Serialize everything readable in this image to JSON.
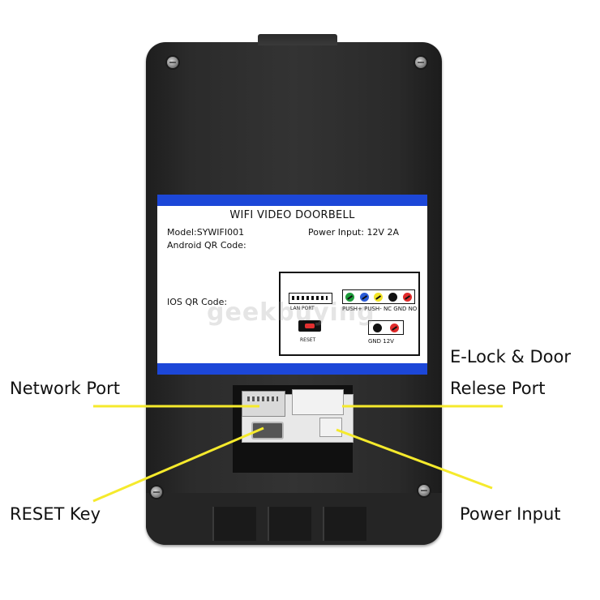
{
  "label": {
    "title": "WIFI VIDEO DOORBELL",
    "model": "Model:SYWIFI001",
    "android": "Android QR Code:",
    "power": "Power Input: 12V 2A",
    "ios": "IOS QR Code:",
    "lan_port": "LAN PORT",
    "reset": "RESET",
    "terminals": "PUSH+ PUSH-  NC  GND  NO",
    "power_terminals": "GND 12V"
  },
  "watermark": "geekbuying",
  "callouts": {
    "network_port": "Network Port",
    "elock_line1": "E-Lock & Door",
    "elock_line2": "Relese Port",
    "reset_key": "RESET Key",
    "power_input": "Power Input"
  },
  "colors": {
    "label_band": "#1c47d8",
    "callout_line": "#f5ea2c",
    "terminal_colors": [
      "#1e9c3a",
      "#2a5bd7",
      "#f2e428",
      "#111111",
      "#e02a2a"
    ],
    "power_terminal_colors": [
      "#111111",
      "#e02a2a"
    ]
  }
}
